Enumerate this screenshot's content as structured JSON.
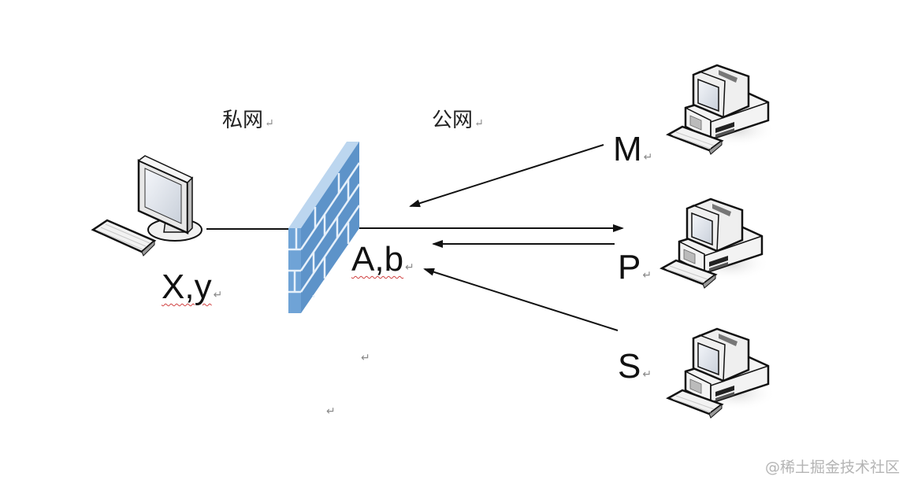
{
  "diagram": {
    "title": "NAT firewall private/public network diagram",
    "zones": {
      "private_label": "私网",
      "public_label": "公网"
    },
    "nodes": [
      {
        "id": "client",
        "label": "X,y",
        "type": "desktop-flat-monitor",
        "zone": "private"
      },
      {
        "id": "firewall",
        "label": "A,b",
        "type": "firewall-brick-wall",
        "zone": "boundary"
      },
      {
        "id": "M",
        "label": "M",
        "type": "desktop-crt",
        "zone": "public"
      },
      {
        "id": "P",
        "label": "P",
        "type": "desktop-crt",
        "zone": "public"
      },
      {
        "id": "S",
        "label": "S",
        "type": "desktop-crt",
        "zone": "public"
      }
    ],
    "edges": [
      {
        "from": "client",
        "to": "firewall",
        "kind": "line",
        "arrow": "none"
      },
      {
        "from": "M",
        "to": "firewall",
        "kind": "arrow",
        "arrow": "toward-firewall"
      },
      {
        "from": "firewall",
        "to": "P",
        "kind": "arrow",
        "arrow": "toward-P"
      },
      {
        "from": "P",
        "to": "firewall",
        "kind": "arrow",
        "arrow": "toward-firewall"
      },
      {
        "from": "S",
        "to": "firewall",
        "kind": "arrow",
        "arrow": "toward-firewall"
      }
    ],
    "return_mark": "↵",
    "colors": {
      "wall_brick": "#6fa3d6",
      "wall_top": "#bcd6ef",
      "wall_mortar": "#e6f0fa",
      "line": "#111111",
      "spellcheck": "#d04040"
    }
  },
  "watermark": "@稀土掘金技术社区"
}
